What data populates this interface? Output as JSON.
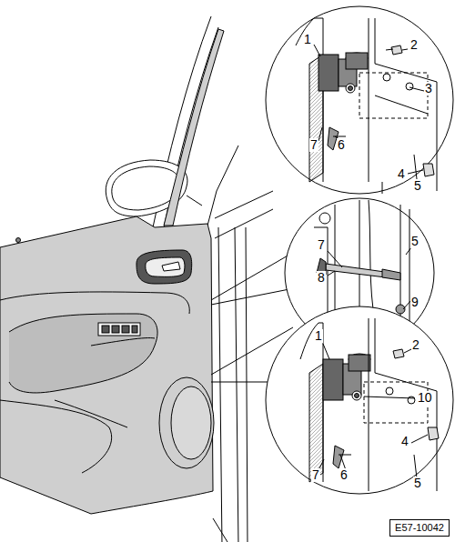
{
  "diagram": {
    "nodes": [
      {
        "text": [
          "E57-10042"
        ]
      }
    ],
    "labels": [
      "1",
      "2",
      "3",
      "7",
      "6",
      "4",
      "5",
      "7",
      "8",
      "5",
      "9",
      "1",
      "2",
      "10",
      "7",
      "6",
      "4",
      "5"
    ]
  }
}
